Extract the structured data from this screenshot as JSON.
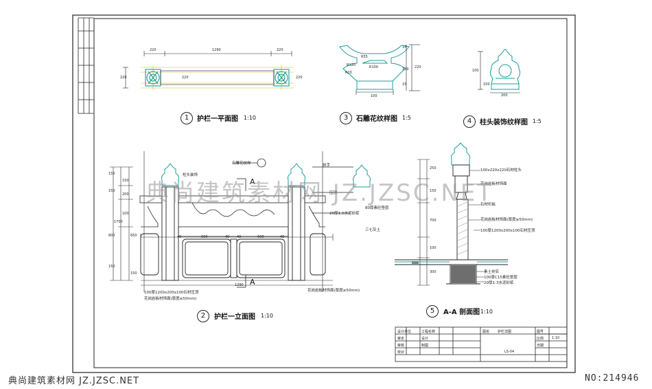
{
  "views": {
    "plan": {
      "number": "1",
      "title": "护栏一平面图",
      "scale": "1:10",
      "dims": [
        "220",
        "1290",
        "220",
        "220",
        "220",
        "220"
      ]
    },
    "detail3": {
      "number": "3",
      "title": "石雕花纹样图",
      "scale": "1:5",
      "dims": [
        "R55",
        "R120",
        "R100",
        "R20",
        "100",
        "15",
        "15",
        "220",
        "150"
      ]
    },
    "detail4": {
      "number": "4",
      "title": "柱头装饰纹样图",
      "scale": "1:5",
      "dims": [
        "100",
        "200",
        "150"
      ]
    },
    "elevation": {
      "number": "2",
      "title": "护栏一立面图",
      "scale": "1:10",
      "section_mark": "A",
      "dims": [
        "150",
        "150",
        "600",
        "150",
        "150",
        "200",
        "100",
        "1700",
        "650",
        "150",
        "40",
        "600",
        "40",
        "40",
        "600",
        "40",
        "1290"
      ],
      "callouts": [
        "柱头装饰",
        "石雕花纹样",
        "扶手",
        "压顶",
        "20厚1:2水泥砂浆",
        "80厚素砼垫层",
        "三七灰土"
      ],
      "notes": [
        "100厚1200x200x100石材压顶",
        "花岗岩板材饰面(厚度≥50mm)",
        "花岗岩板材饰面(厚度≥50mm)"
      ]
    },
    "section": {
      "number": "5",
      "title": "A-A 剖面图",
      "scale": "1:10",
      "notes": [
        "100x220x220石材柱头",
        "花岗岩板材饰面",
        "石材栏板",
        "花岗岩板材饰面(厚度≥50mm)",
        "100厚1200x200x100石材压顶",
        "素土夯实",
        "100厚C15素砼垫层",
        "20厚1:3水泥砂浆"
      ],
      "dims": [
        "250",
        "150",
        "700",
        "100",
        "300"
      ]
    }
  },
  "title_block": {
    "cells": [
      "设计单位",
      "工程名称",
      "图名",
      "护栏详图",
      "图号",
      "比例",
      "日期",
      "审定",
      "审核",
      "校对",
      "设计",
      "制图",
      "LS-04",
      "1:10"
    ]
  },
  "watermark": "典尚建筑素材网 JZ.JZSC.NET",
  "footer": {
    "left": "典尚建筑素材网 JZ.JZSC.NET",
    "right": "NO:214946"
  },
  "colors": {
    "line": "#222222",
    "cyan": "#1a9c9c",
    "yellow": "#e0cf5a",
    "watermark": "#999999"
  }
}
